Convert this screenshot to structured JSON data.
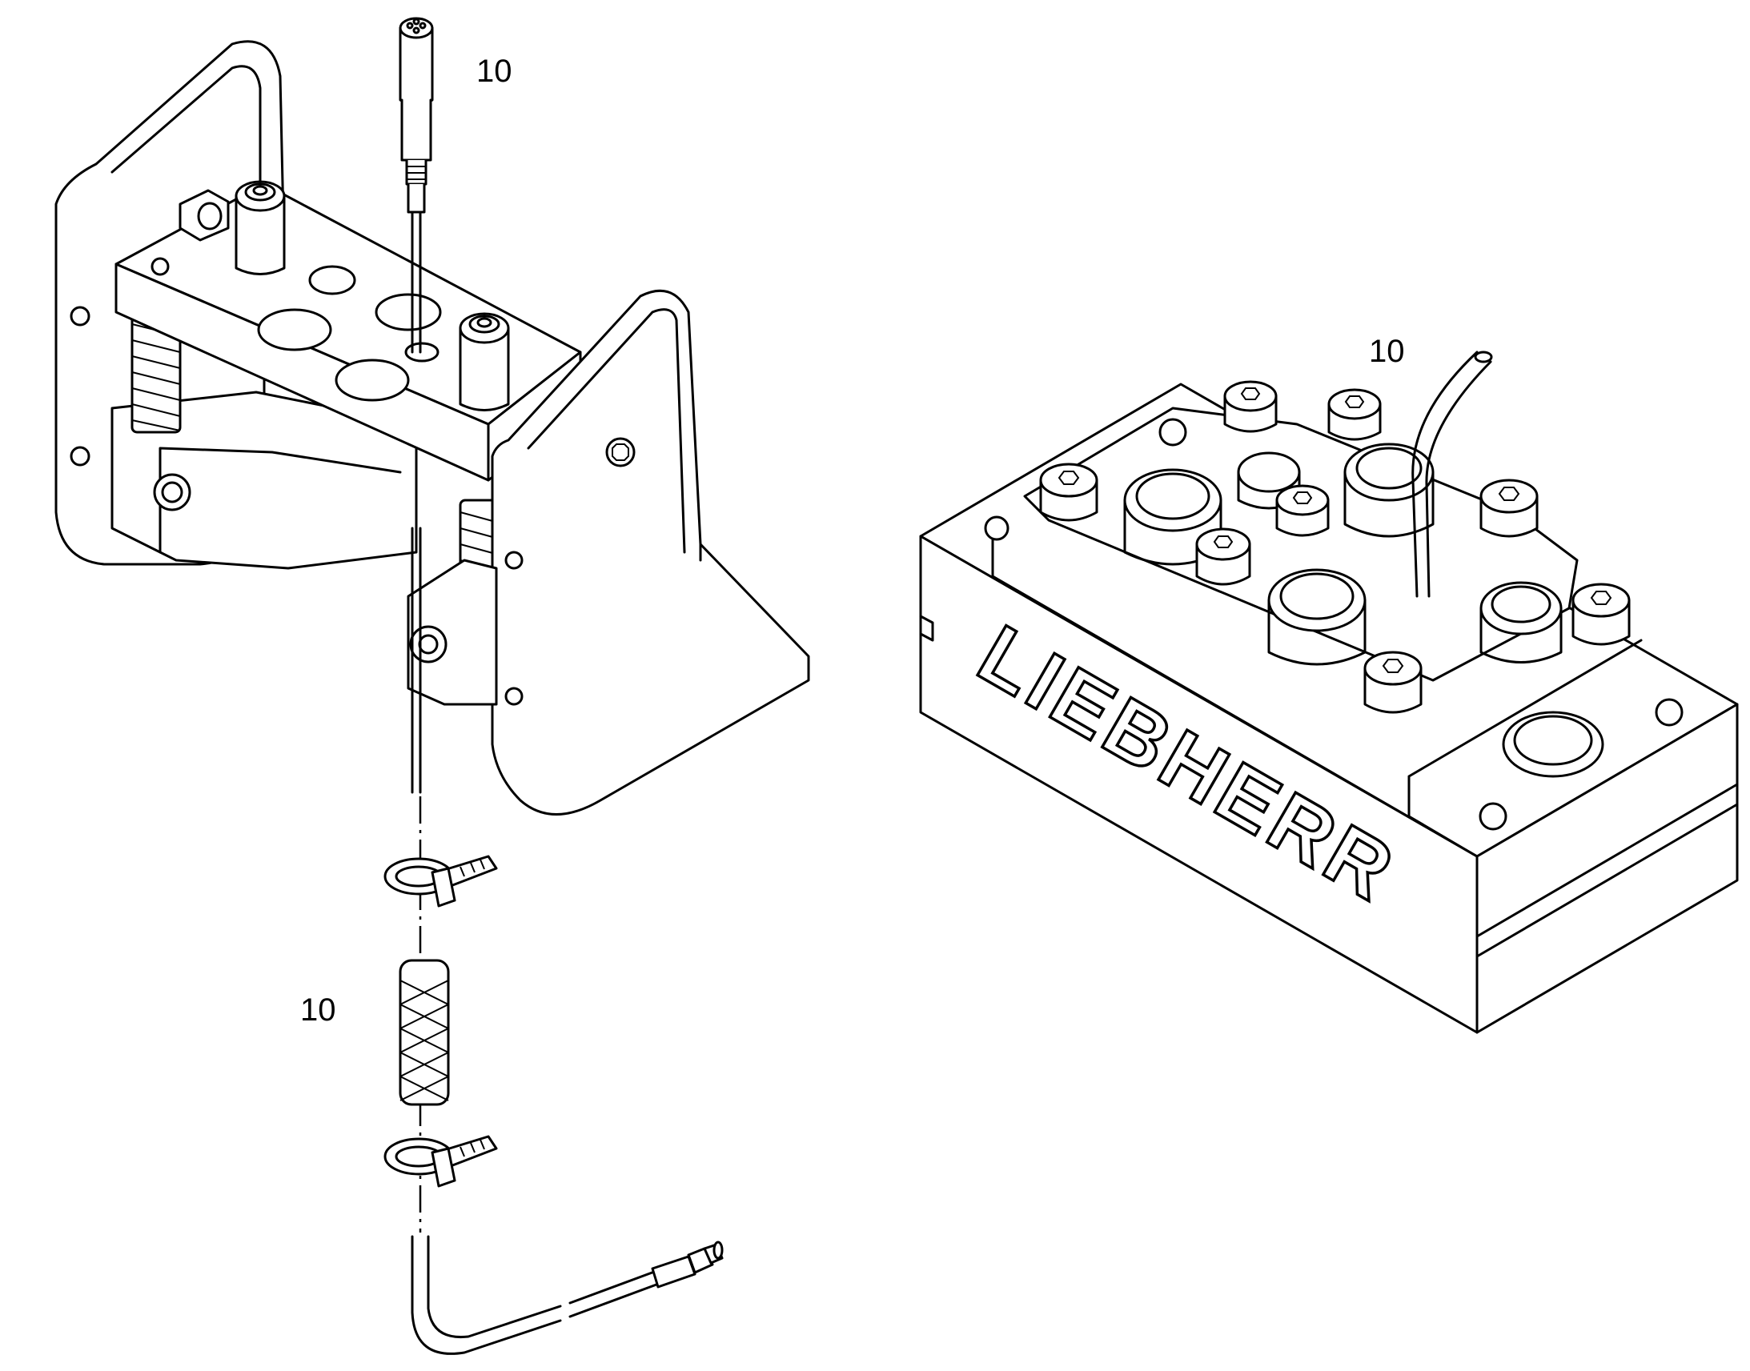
{
  "callouts": [
    {
      "id": "connector-top",
      "label": "10"
    },
    {
      "id": "line-right",
      "label": "10"
    },
    {
      "id": "hose-sleeve",
      "label": "10"
    }
  ],
  "brand": {
    "text": "LIEBHERR"
  },
  "colors": {
    "line": "#000000",
    "background": "#ffffff"
  }
}
